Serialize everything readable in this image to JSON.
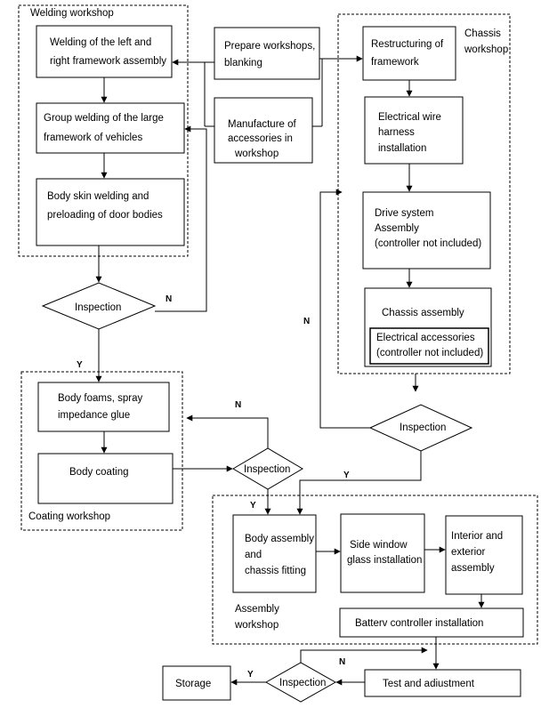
{
  "zones": {
    "welding": "Welding workshop",
    "chassis": [
      "Chassis",
      "workshop"
    ],
    "coating": "Coating workshop",
    "assembly": [
      "Assembly",
      "workshop"
    ]
  },
  "boxes": {
    "prepare": [
      "Prepare workshops,",
      "blanking"
    ],
    "accessories": [
      "Manufacture of",
      "accessories in",
      "workshop"
    ],
    "weld_left_right": [
      "Welding of the left and",
      "right framework assembly"
    ],
    "group_weld": [
      "Group welding of the large",
      "framework of vehicles"
    ],
    "body_skin": [
      "Body skin welding and",
      "preloading of door bodies"
    ],
    "restructure": [
      "Restructuring of",
      "framework"
    ],
    "harness": [
      "Electrical wire",
      "harness",
      "installation"
    ],
    "drive": [
      "Drive system",
      "Assembly",
      "(controller not included)"
    ],
    "chassis_assembly": [
      "Chassis assembly"
    ],
    "elec_accessories": [
      "Electrical accessories",
      "(controller not included)"
    ],
    "body_foams": [
      "Body foams, spray",
      "impedance glue"
    ],
    "body_coating": [
      "Body coating"
    ],
    "body_assembly": [
      "Body assembly",
      "and",
      "chassis fitting"
    ],
    "side_window": [
      "Side window",
      "glass installation"
    ],
    "interior": [
      "Interior and",
      "exterior",
      "assembly"
    ],
    "battery": [
      "Batterv controller installation"
    ],
    "test": [
      "Test and adiustment"
    ],
    "storage": [
      "Storage"
    ]
  },
  "decisions": {
    "insp_weld": "Inspection",
    "insp_chassis": "Inspection",
    "insp_coating": "Inspection",
    "insp_final": "Inspection"
  },
  "flow_labels": {
    "n_weld": "N",
    "y_weld": "Y",
    "n_chassis": "N",
    "y_chassis": "Y",
    "n_coating": "N",
    "y_coating": "Y",
    "n_final": "N",
    "y_final": "Y"
  }
}
